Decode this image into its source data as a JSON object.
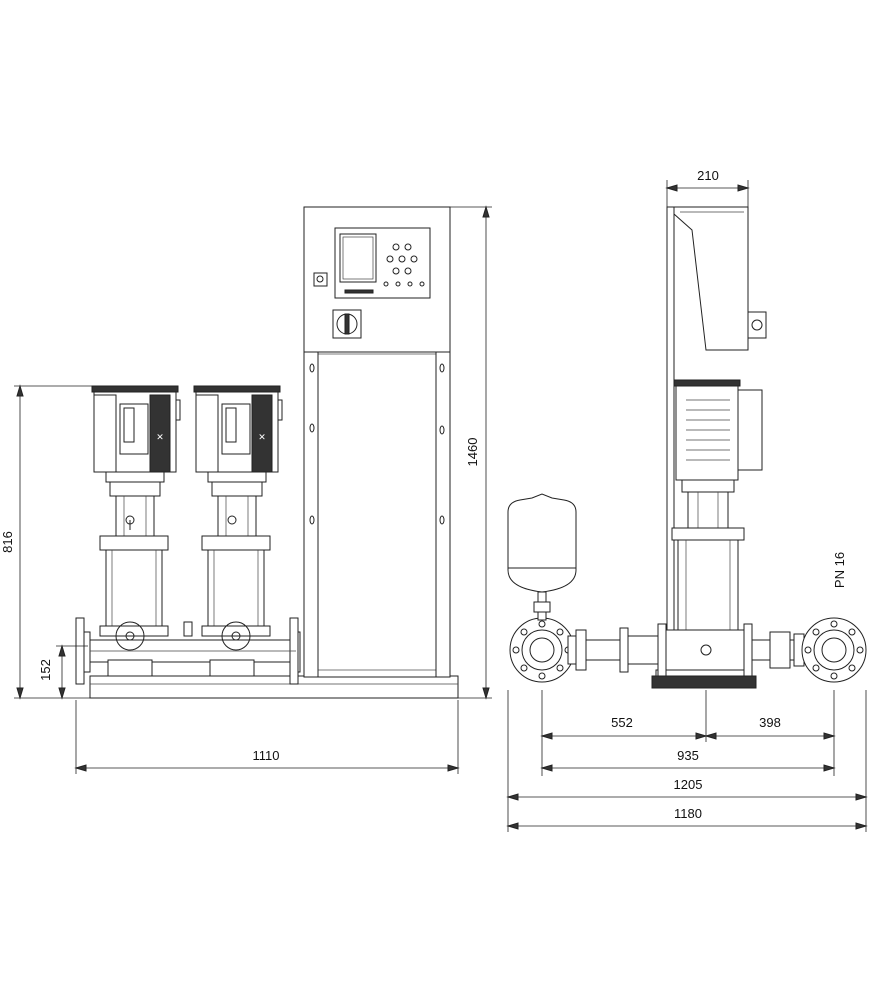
{
  "dimensions": {
    "width_total": "1110",
    "height_total": "1460",
    "height_pump": "816",
    "height_inlet": "152",
    "side_depth_cabinet": "210",
    "side_552": "552",
    "side_398": "398",
    "side_935": "935",
    "side_1205": "1205",
    "side_1180": "1180"
  },
  "labels": {
    "pressure_rating": "PN 16"
  },
  "colors": {
    "line": "#222222",
    "background": "#ffffff"
  }
}
